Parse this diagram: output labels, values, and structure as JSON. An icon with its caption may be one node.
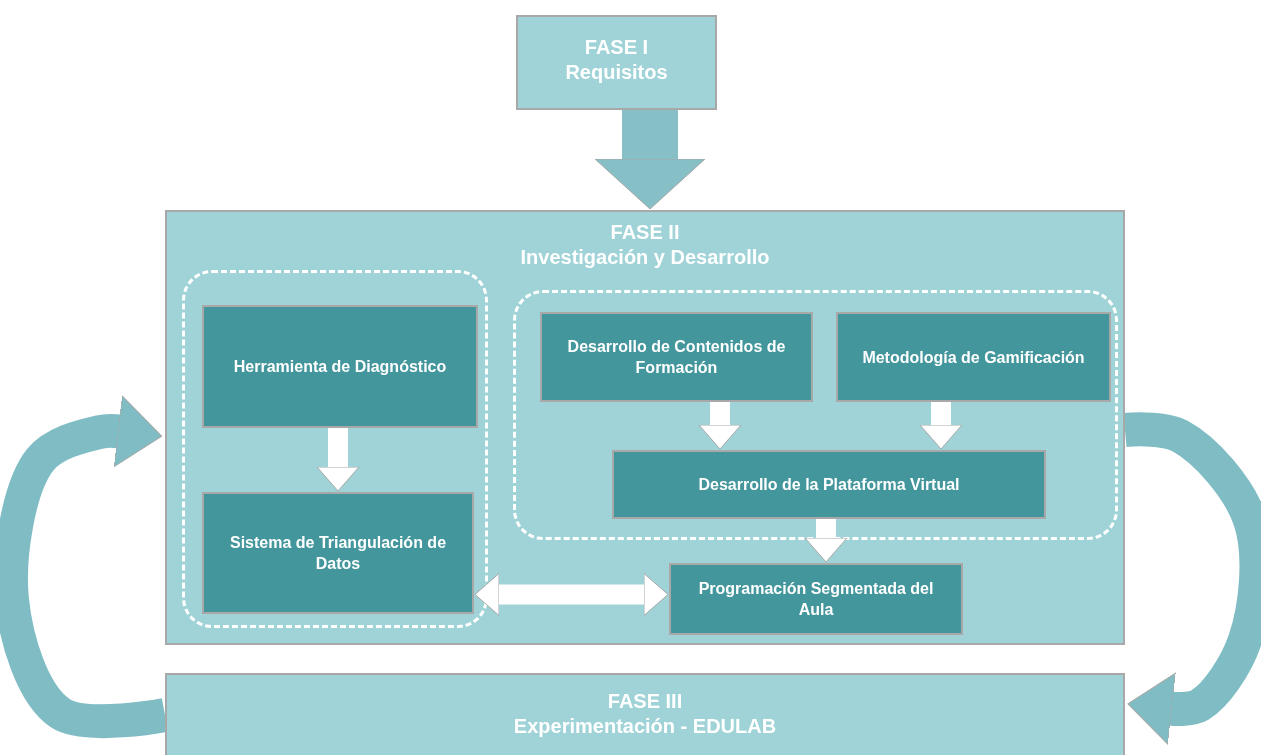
{
  "diagram": {
    "nodes": [
      {
        "text": [
          "FASE  I",
          "Requisitos"
        ]
      },
      {
        "text": [
          "FASE II",
          "Investigación y Desarrollo"
        ]
      },
      {
        "text": [],
        "shape": "box",
        "in": 1
      },
      {
        "text": [
          "Herramienta de Diagnóstico"
        ],
        "in": 2
      },
      {
        "text": [
          "Sistema de Triangulación de Datos"
        ],
        "in": 2
      },
      {
        "text": [],
        "shape": "box",
        "in": 1
      },
      {
        "text": [
          "Desarrollo de Contenidos de Formación"
        ],
        "in": 5
      },
      {
        "text": [
          "Metodología de Gamificación"
        ],
        "in": 5
      },
      {
        "text": [
          "Desarrollo de la Plataforma Virtual"
        ],
        "in": 5
      },
      {
        "text": [
          "Programación Segmentada del Aula"
        ],
        "in": 1
      },
      {
        "text": [
          "FASE III",
          "Experimentación - EDULAB"
        ]
      }
    ],
    "edges": [
      {
        "from": 0,
        "to": 1,
        "arrow": "to",
        "style": "thick",
        "color": "#86bfc6"
      },
      {
        "from": 3,
        "to": 4,
        "arrow": "to"
      },
      {
        "from": 6,
        "to": 8,
        "arrow": "to"
      },
      {
        "from": 7,
        "to": 8,
        "arrow": "to"
      },
      {
        "from": 8,
        "to": 9,
        "arrow": "to"
      },
      {
        "from": 4,
        "to": 9,
        "arrow": "both"
      },
      {
        "from": 10,
        "to": 1,
        "arrow": "to",
        "color": "#7fbcc4"
      },
      {
        "from": 1,
        "to": 10,
        "arrow": "to",
        "color": "#7fbcc4"
      }
    ]
  }
}
